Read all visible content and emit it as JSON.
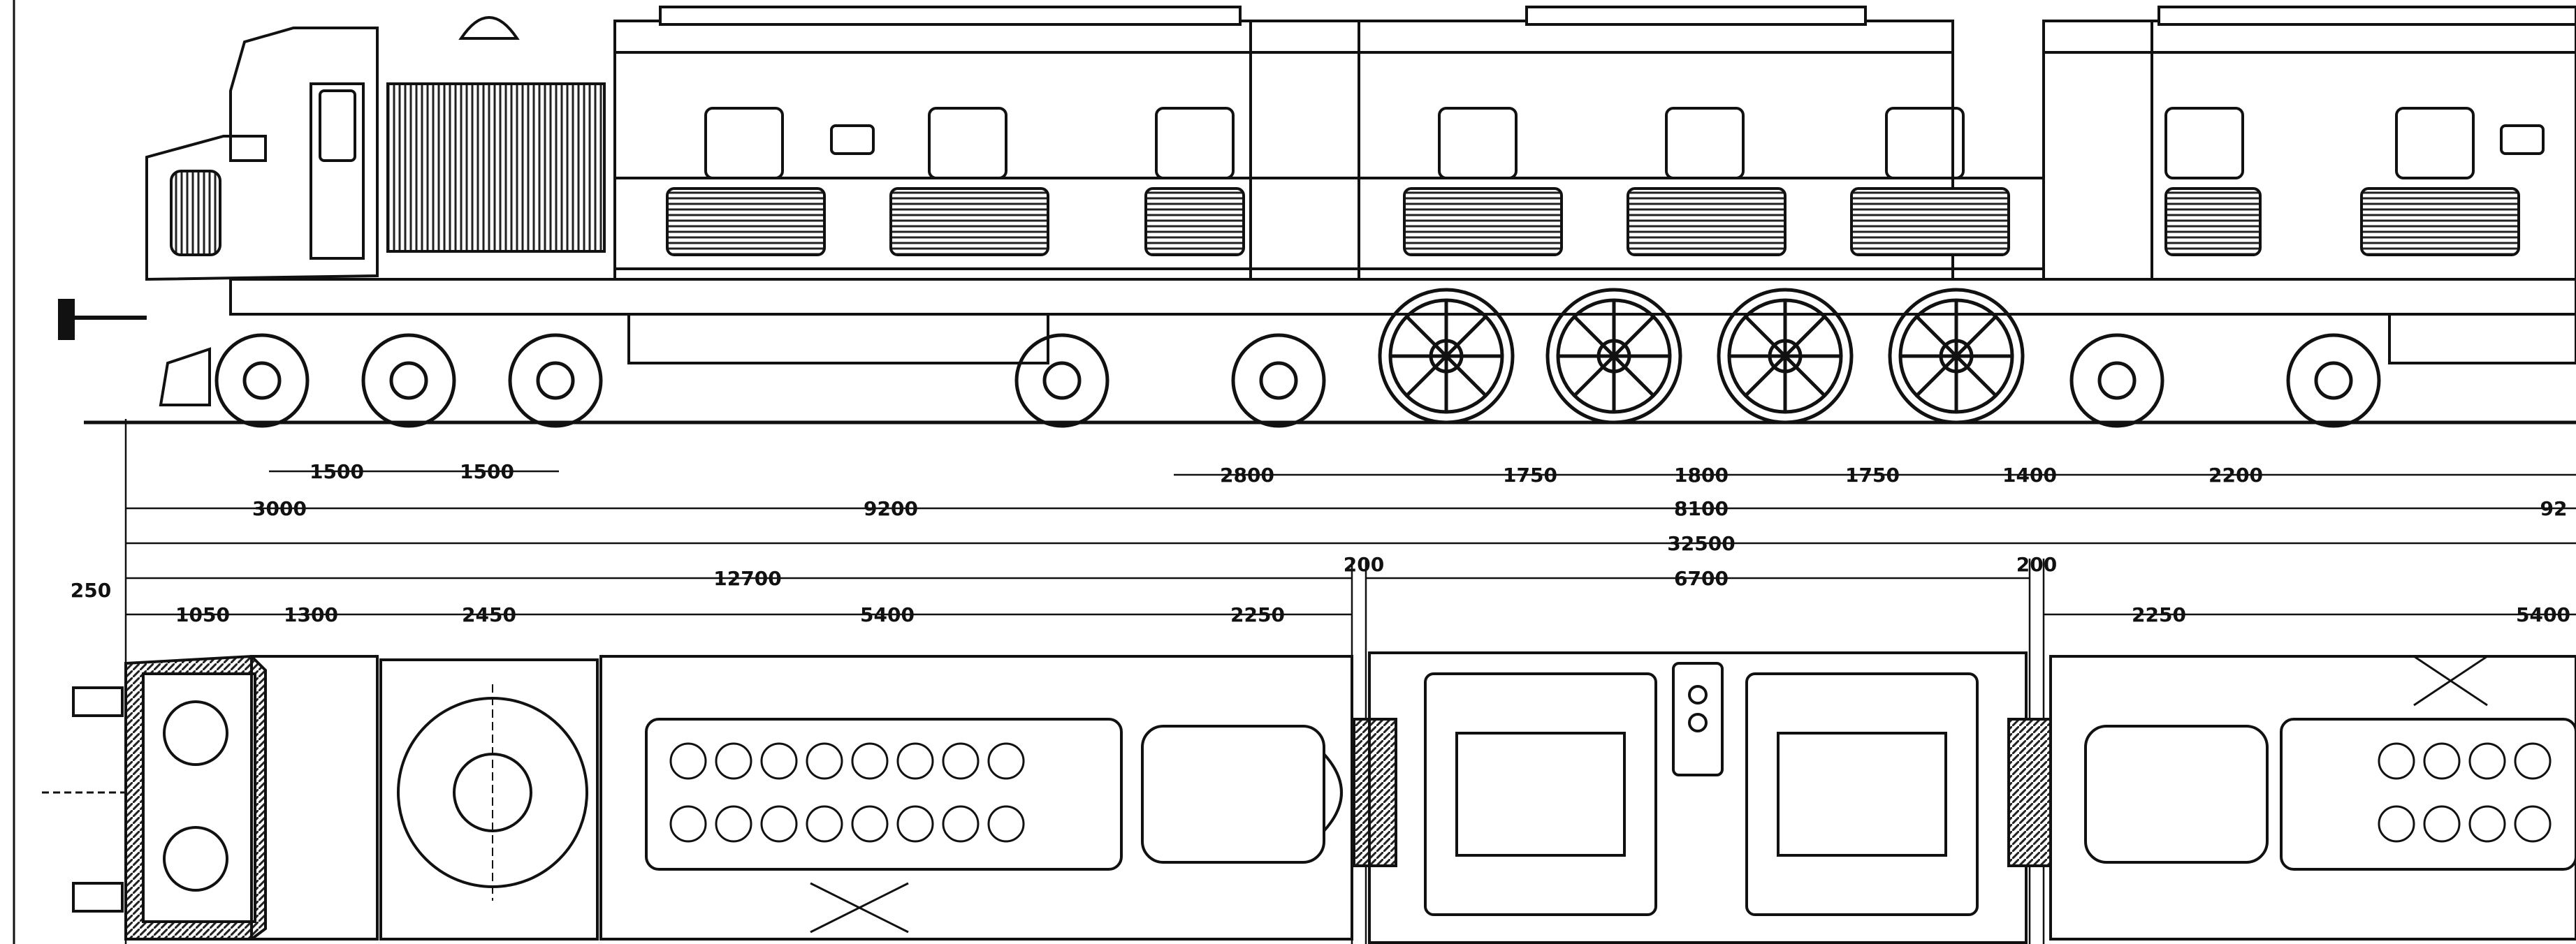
{
  "palette": {
    "ink": "#111111",
    "paper": "#ffffff",
    "grille": "#222222"
  },
  "dimensions": {
    "bogie_axle_1": "1500",
    "bogie_axle_2": "1500",
    "front_overhang": "3000",
    "bogie_pivot_spacing": "9200",
    "bogie_to_drive": "2800",
    "drive_1": "1750",
    "drive_2": "1800",
    "drive_3": "1750",
    "drive_to_bogie": "1400",
    "rear_bogie": "2200",
    "drive_unit_total": "8100",
    "overall_length": "32500",
    "half_body": "12700",
    "gap_left": "200",
    "middle_body": "6700",
    "gap_right": "200",
    "plan_overhang": "250",
    "plan_1": "1050",
    "plan_2": "1300",
    "plan_3": "2450",
    "plan_4": "5400",
    "plan_5": "2250",
    "plan_6": "2250",
    "plan_7": "5400",
    "edge_cut": "92"
  }
}
